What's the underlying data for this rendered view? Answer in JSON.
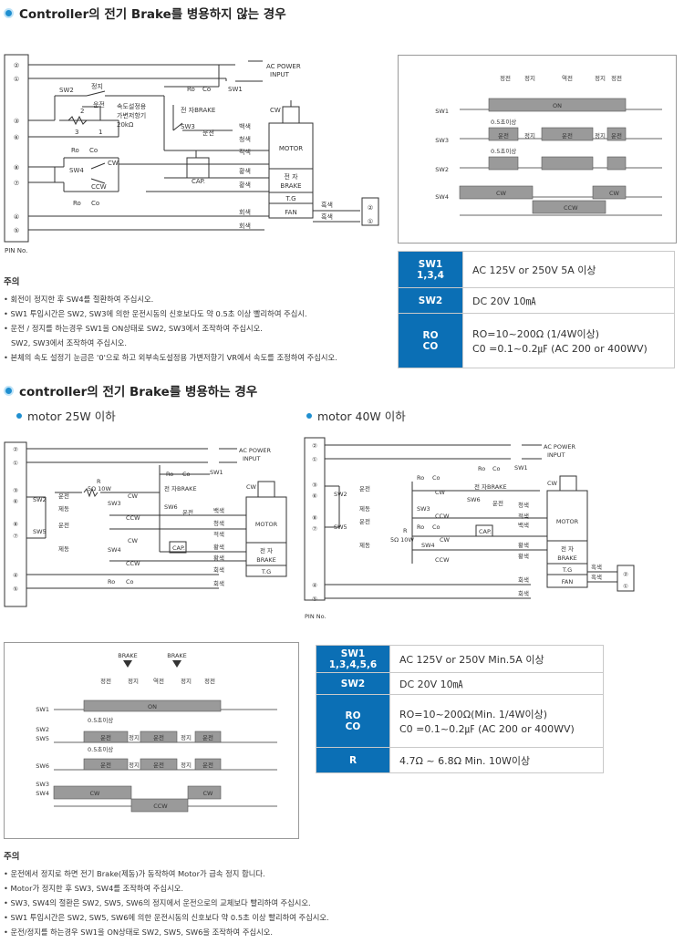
{
  "sections": [
    {
      "title": "Controller의 전기 Brake를 병용하지 않는 경우"
    },
    {
      "title": "controller의 전기 Brake를 병용하는 경우",
      "subs": [
        "motor 25W 이하",
        "motor 40W 이하"
      ]
    }
  ],
  "labels": {
    "pin_no": "PIN No.",
    "ac_power": "AC POWER",
    "input": "INPUT",
    "sw1": "SW1",
    "sw2": "SW2",
    "sw3": "SW3",
    "sw4": "SW4",
    "sw5": "SW5",
    "sw6": "SW6",
    "stop": "정지",
    "run": "운전",
    "brake_kr": "제동",
    "cw": "CW",
    "ccw": "CCW",
    "ro": "Ro",
    "co": "Co",
    "r": "R",
    "r_value": "5Ω  10W",
    "speed1": "속도설정용",
    "speed2": "가변저항기",
    "speed3": "20kΩ",
    "elec_brake": "전 자BRAKE",
    "motor": "MOTOR",
    "brake_lbl1": "전 자",
    "brake_lbl2": "BRAKE",
    "tg": "T.G",
    "fan": "FAN",
    "cap": "CAP.",
    "white": "백색",
    "blue": "청색",
    "red": "적색",
    "yellow": "황색",
    "black": "흑색",
    "gray": "회색",
    "on": "ON",
    "sec05": "0.5초이상",
    "brake": "BRAKE",
    "forward": "정전",
    "reverse": "역전",
    "pins": [
      "②",
      "①",
      "③",
      "⑥",
      "⑧",
      "⑦",
      "④",
      "⑤"
    ],
    "pins_ctrl": [
      "②",
      "①"
    ],
    "t_points": [
      "2",
      "3",
      "1"
    ]
  },
  "spec1": [
    {
      "k": "SW1\n1,3,4",
      "v": "AC 125V or 250V 5A 이상"
    },
    {
      "k": "SW2",
      "v": "DC 20V 10㎃"
    },
    {
      "k": "RO\nCO",
      "v": "RO=10~200Ω (1/4W이상)\nC0 =0.1~0.2㎌ (AC 200 or 400WV)"
    }
  ],
  "spec2": [
    {
      "k": "SW1\n1,3,4,5,6",
      "v": "AC 125V or 250V Min.5A 이상"
    },
    {
      "k": "SW2",
      "v": "DC 20V 10㎃"
    },
    {
      "k": "RO\nCO",
      "v": "RO=10~200Ω(Min. 1/4W이상)\nC0 =0.1~0.2㎌ (AC 200 or 400WV)"
    },
    {
      "k": "R",
      "v": "4.7Ω  ~ 6.8Ω  Min. 10W이상"
    }
  ],
  "notes1": {
    "heading": "주의",
    "items": [
      "회전이 정지한 후 SW4를 절환하여 주십시오.",
      "SW1 투입시간은 SW2, SW3에 의한 운전시동의 신호보다도 약 0.5초 이상 빨리하여 주십시.",
      "운전 / 정지를 하는경우 SW1을 ON상태로 SW2, SW3에서 조작하여 주십시오.",
      "SW2, SW3에서 조작하여 주십시오.",
      "본체의 속도 설정기 눈금은 '0'으로 하고 외부속도설정용 가변저항기 VR에서 속도를 조정하여 주십시오."
    ]
  },
  "notes2": {
    "heading": "주의",
    "items": [
      "운전에서 정지로 하면 전기 Brake(제동)가 동작하여 Motor가 급속 정지 합니다.",
      "Motor가 정지한 후 SW3, SW4를 조작하여 주십시오.",
      "SW3, SW4의 절환은 SW2, SW5, SW6의 정지에서 운전으로의 교체보다 빨리하여 주십시오.",
      "SW1 투입시간은 SW2, SW5, SW6에 의한 운전시동의 신호보다 약 0.5초 이상 빨리하여 주십시오.",
      "운전/정지를 하는경우 SW1을 ON상태로 SW2, SW5, SW6을 조작하여 주십시오."
    ]
  },
  "colors": {
    "accent": "#0b6fb5",
    "timing_fill": "#9a9a9a",
    "line": "#333333"
  }
}
